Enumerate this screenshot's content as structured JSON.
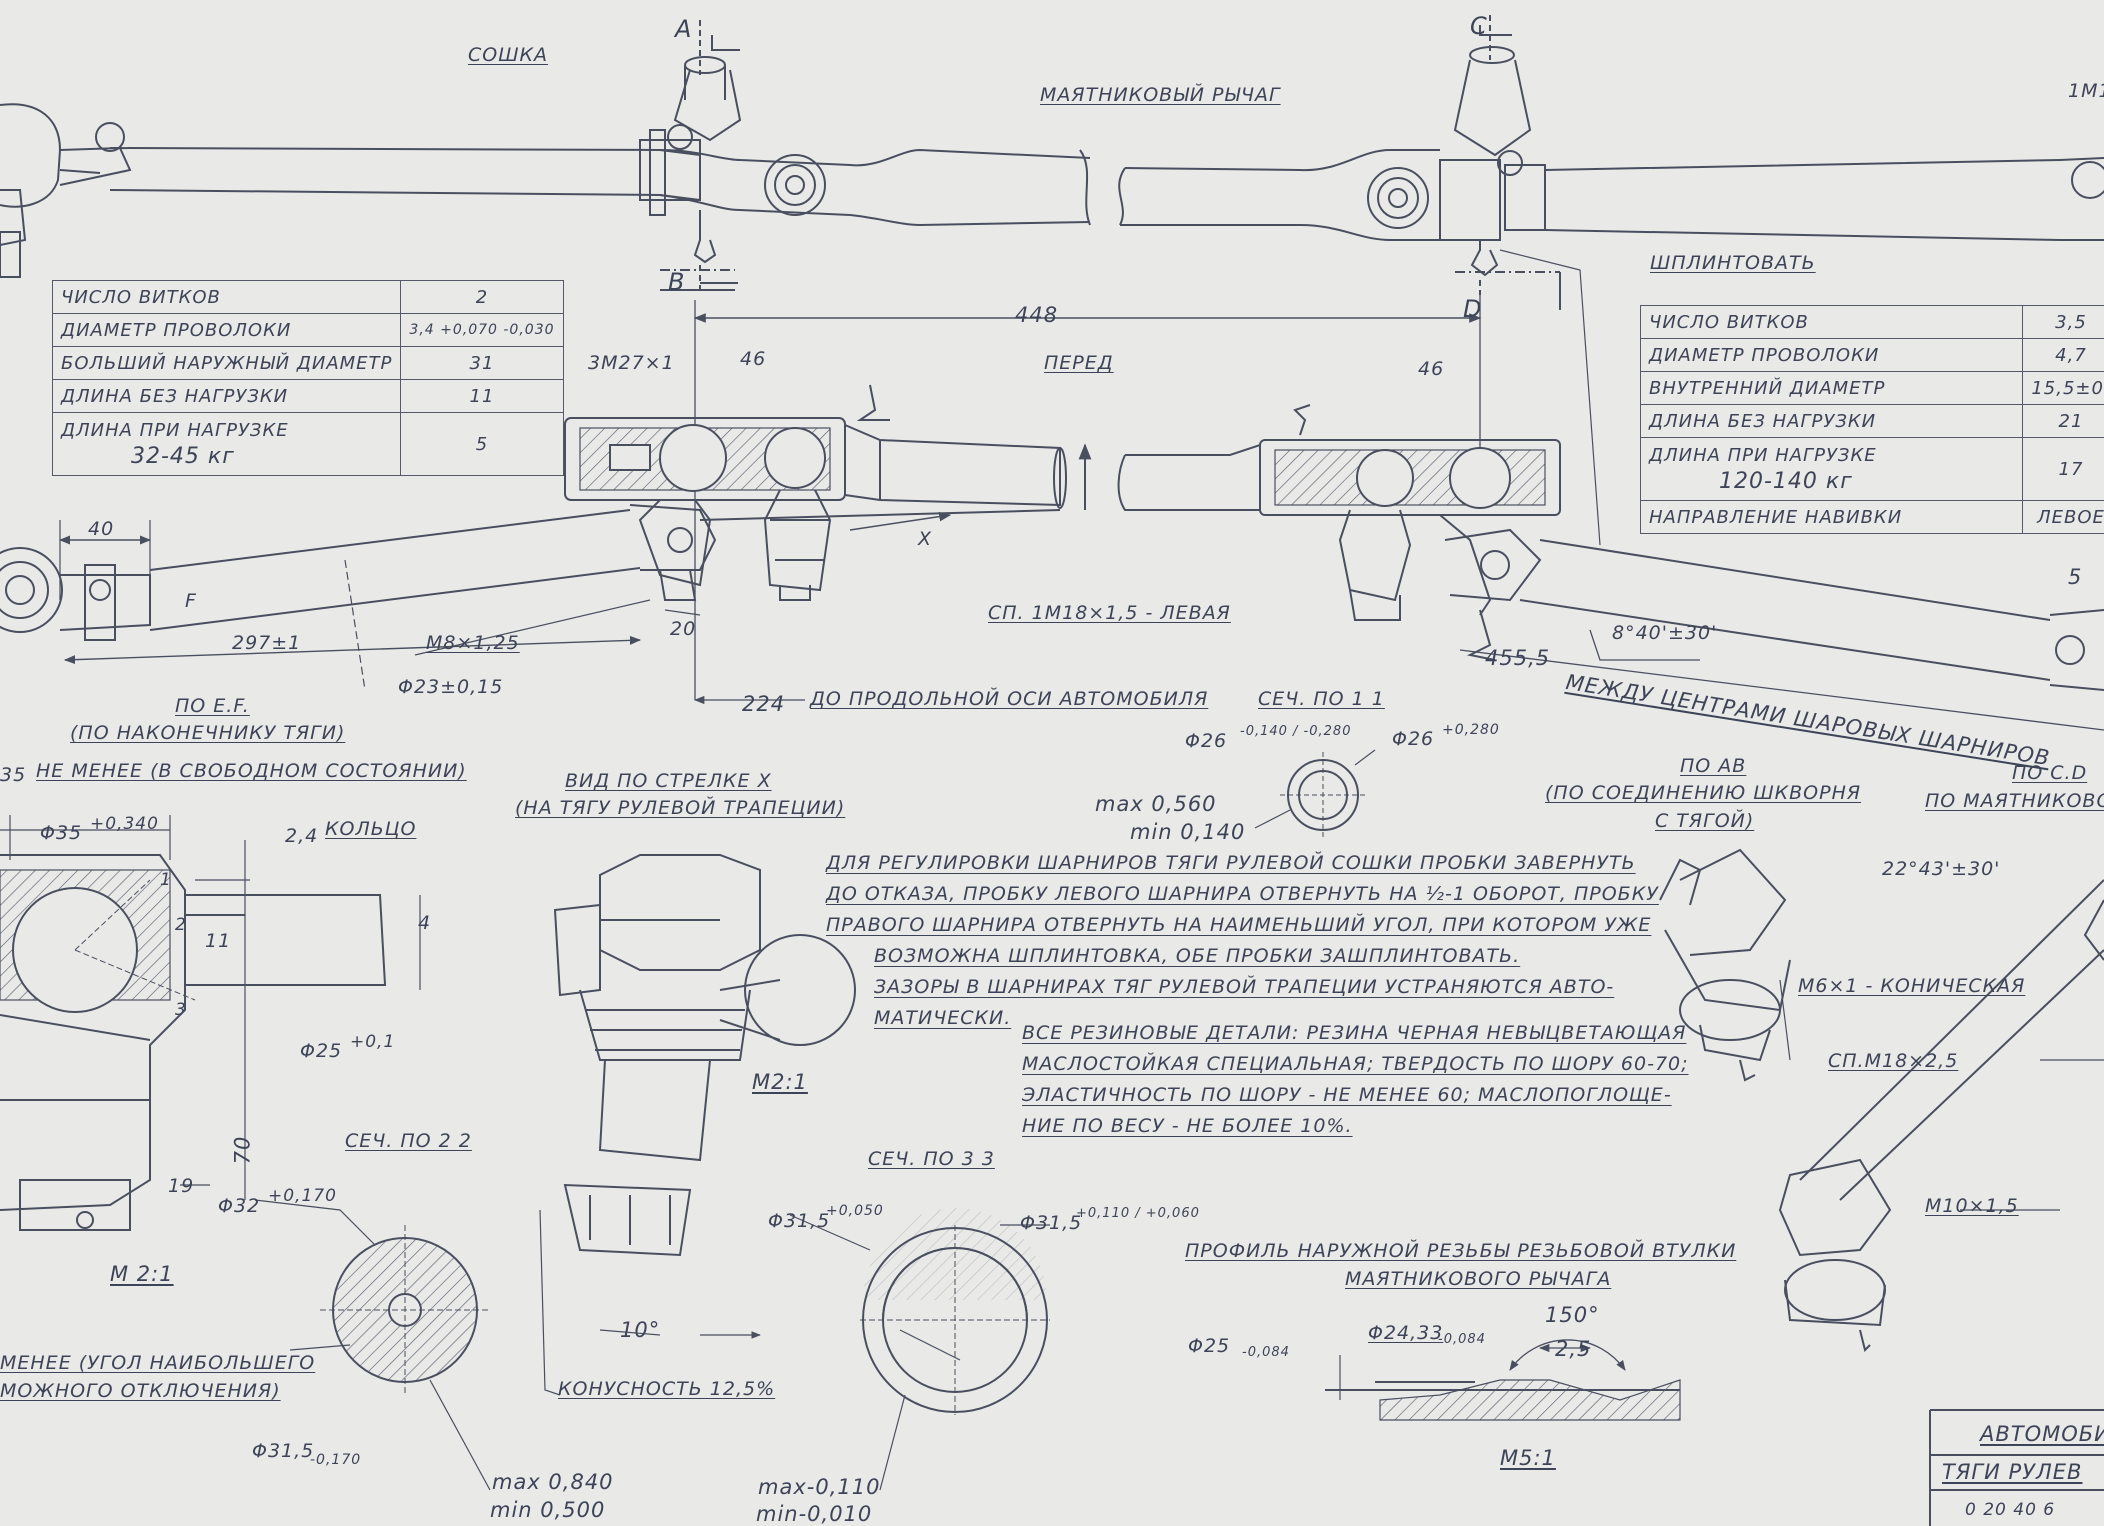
{
  "labels": {
    "soshka": "СОШКА",
    "mayatnik": "МАЯТНИКОВЫЙ РЫЧАГ",
    "top_right": "1М1",
    "a": "А",
    "b": "В",
    "c": "С",
    "d": "D",
    "shplint": "ШПЛИНТОВАТЬ",
    "dim_448": "448",
    "thread_3m27": "3М27×1",
    "dim_46_left": "46",
    "dim_46_right": "46",
    "pered": "ПЕРЕД",
    "dim_40": "40",
    "f": "F",
    "x": "Х",
    "dim_297": "297±1",
    "m8": "М8×1,25",
    "dim_20": "20",
    "phi23": "Φ23±0,15",
    "sp_left": "СП. 1М18×1,5 - ЛЕВАЯ",
    "angle_8": "8°40'±30'",
    "dim_4555": "455,5",
    "between_centers": "МЕЖДУ ЦЕНТРАМИ ШАРОВЫХ ШАРНИРОВ",
    "dim_224": "224",
    "to_axis": "ДО ПРОДОЛЬНОЙ ОСИ АВТОМОБИЛЯ",
    "sec11": "СЕЧ. ПО 1 1",
    "dim_5": "5"
  },
  "left_views": {
    "po_ef": "ПО E.F.",
    "po_ef_sub": "(ПО НАКОНЕЧНИКУ ТЯГИ)",
    "ne_menee": "НЕ МЕНЕЕ (В СВОБОДНОМ СОСТОЯНИИ)",
    "prefix_35": "35",
    "phi35": "Φ35",
    "phi35_tol": "+0,340",
    "dim_24": "2,4",
    "koltso": "КОЛЬЦО",
    "d4": "4",
    "d11": "11",
    "phi25": "Φ25",
    "phi25_tol": "+0,1",
    "d70": "70",
    "d19": "19",
    "phi32": "Φ32",
    "phi32_tol": "+0,170",
    "m21_left": "М 2:1",
    "bottom1": "МЕНЕЕ (УГОЛ НАИБОЛЬШЕГО",
    "bottom2": "МОЖНОГО ОТКЛЮЧЕНИЯ)",
    "n1": "1",
    "n2": "2",
    "n3": "3"
  },
  "center_views": {
    "vid": "ВИД ПО СТРЕЛКЕ Х",
    "vid_sub": "(НА ТЯГУ РУЛЕВОЙ ТРАПЕЦИИ)",
    "m21": "М2:1",
    "sec22": "СЕЧ. ПО 2 2",
    "sec33": "СЕЧ. ПО 3 3",
    "phi26a": "Φ26",
    "phi26a_tol": "-0,140 / -0,280",
    "phi26b": "Φ26",
    "phi26b_tol": "+0,280",
    "max056": "max 0,560",
    "min014": "min 0,140",
    "phi315a": "Φ31,5",
    "phi315a_tol": "+0,050",
    "phi315b": "Φ31,5",
    "phi315b_tol": "+0,110 / +0,060",
    "deg10": "10°",
    "konus": "КОНУСНОСТЬ 12,5%",
    "phi315c": "Φ31,5",
    "phi315c_tol": "-0,170",
    "max084": "max 0,840",
    "min05": "min 0,500",
    "max011": "max-0,110",
    "min001": "min-0,010"
  },
  "right_views": {
    "po_ab": "ПО АВ",
    "po_ab_sub1": "(ПО СОЕДИНЕНИЮ ШКВОРНЯ",
    "po_ab_sub2": "С ТЯГОЙ)",
    "po_cd": "ПО С.D",
    "po_cd_sub": "ПО МАЯТНИКОВО",
    "angle22": "22°43'±30'",
    "m6": "М6×1 - КОНИЧЕСКАЯ",
    "sp_m18": "СП.М18×2,5",
    "m10": "М10×1,5"
  },
  "thread_profile": {
    "title1": "ПРОФИЛЬ НАРУЖНОЙ РЕЗЬБЫ РЕЗЬБОВОЙ ВТУЛКИ",
    "title2": "МАЯТНИКОВОГО РЫЧАГА",
    "phi25": "Φ25",
    "phi25_tol": "-0,084",
    "phi2433": "Φ24,33",
    "phi2433_tol": "-0,084",
    "deg150": "150°",
    "pitch": "2,5",
    "scale": "М5:1"
  },
  "notes": {
    "adjust": [
      "ДЛЯ РЕГУЛИРОВКИ ШАРНИРОВ ТЯГИ РУЛЕВОЙ СОШКИ ПРОБКИ ЗАВЕРНУТЬ",
      "ДО ОТКАЗА, ПРОБКУ ЛЕВОГО ШАРНИРА ОТВЕРНУТЬ НА ½-1 ОБОРОТ, ПРОБКУ",
      "ПРАВОГО ШАРНИРА ОТВЕРНУТЬ НА НАИМЕНЬШИЙ УГОЛ, ПРИ КОТОРОМ УЖЕ",
      "ВОЗМОЖНА ШПЛИНТОВКА, ОБЕ ПРОБКИ ЗАШПЛИНТОВАТЬ.",
      "ЗАЗОРЫ В ШАРНИРАХ ТЯГ РУЛЕВОЙ ТРАПЕЦИИ УСТРАНЯЮТСЯ АВТО-",
      "МАТИЧЕСКИ."
    ],
    "rubber": [
      "ВСЕ РЕЗИНОВЫЕ ДЕТАЛИ: РЕЗИНА ЧЕРНАЯ НЕВЫЦВЕТАЮЩАЯ",
      "МАСЛОСТОЙКАЯ СПЕЦИАЛЬНАЯ; ТВЕРДОСТЬ ПО ШОРУ 60-70;",
      "ЭЛАСТИЧНОСТЬ ПО ШОРУ - НЕ МЕНЕЕ 60; МАСЛОПОГЛОЩЕ-",
      "НИЕ ПО ВЕСУ - НЕ БОЛЕЕ 10%."
    ]
  },
  "spring_left": {
    "rows": [
      {
        "label": "ЧИСЛО ВИТКОВ",
        "value": "2"
      },
      {
        "label": "ДИАМЕТР ПРОВОЛОКИ",
        "value": "3,4 +0,070 -0,030"
      },
      {
        "label": "БОЛЬШИЙ НАРУЖНЫЙ ДИАМЕТР",
        "value": "31"
      },
      {
        "label": "ДЛИНА БЕЗ НАГРУЗКИ",
        "value": "11"
      },
      {
        "label": "ДЛИНА ПРИ НАГРУЗКЕ",
        "sub": "32-45 кг",
        "value": "5"
      }
    ]
  },
  "spring_right": {
    "rows": [
      {
        "label": "ЧИСЛО ВИТКОВ",
        "value": "3,5"
      },
      {
        "label": "ДИАМЕТР ПРОВОЛОКИ",
        "value": "4,7"
      },
      {
        "label": "ВНУТРЕННИЙ ДИАМЕТР",
        "value": "15,5±0,"
      },
      {
        "label": "ДЛИНА БЕЗ НАГРУЗКИ",
        "value": "21"
      },
      {
        "label": "ДЛИНА ПРИ НАГРУЗКЕ",
        "sub": "120-140 кг",
        "value": "17"
      },
      {
        "label": "НАПРАВЛЕНИЕ НАВИВКИ",
        "value": "ЛЕВОЕ"
      }
    ]
  },
  "title_block": {
    "line1": "АВТОМОБИ",
    "line2": "ТЯГИ РУЛЕВ",
    "scale_row": "0   20   40   6"
  },
  "colors": {
    "paper": "#e9e9e7",
    "ink": "#3e4458"
  }
}
